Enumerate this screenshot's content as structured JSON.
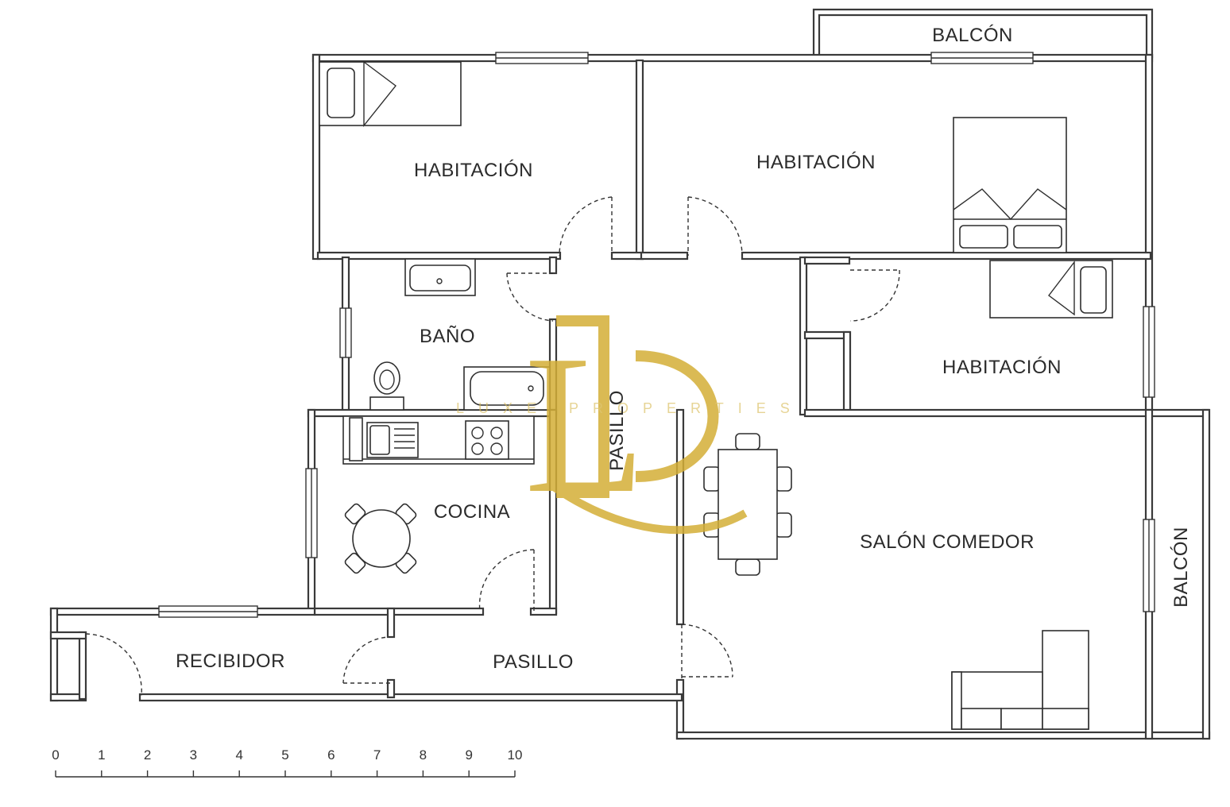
{
  "rooms": {
    "bedroom_1": "HABITACIÓN",
    "bedroom_2": "HABITACIÓN",
    "bedroom_3": "HABITACIÓN",
    "bathroom": "BAÑO",
    "kitchen": "COCINA",
    "hallway_vertical": "PASILLO",
    "hallway_lower": "PASILLO",
    "entrance": "RECIBIDOR",
    "living_dining": "SALÓN COMEDOR",
    "balcony_top": "BALCÓN",
    "balcony_right": "BALCÓN"
  },
  "scale": {
    "ticks": [
      "0",
      "1",
      "2",
      "3",
      "4",
      "5",
      "6",
      "7",
      "8",
      "9",
      "10"
    ]
  },
  "watermark": {
    "monogram": "LP",
    "text": "LUXE PROPERTIES",
    "color": "#d4af37"
  }
}
